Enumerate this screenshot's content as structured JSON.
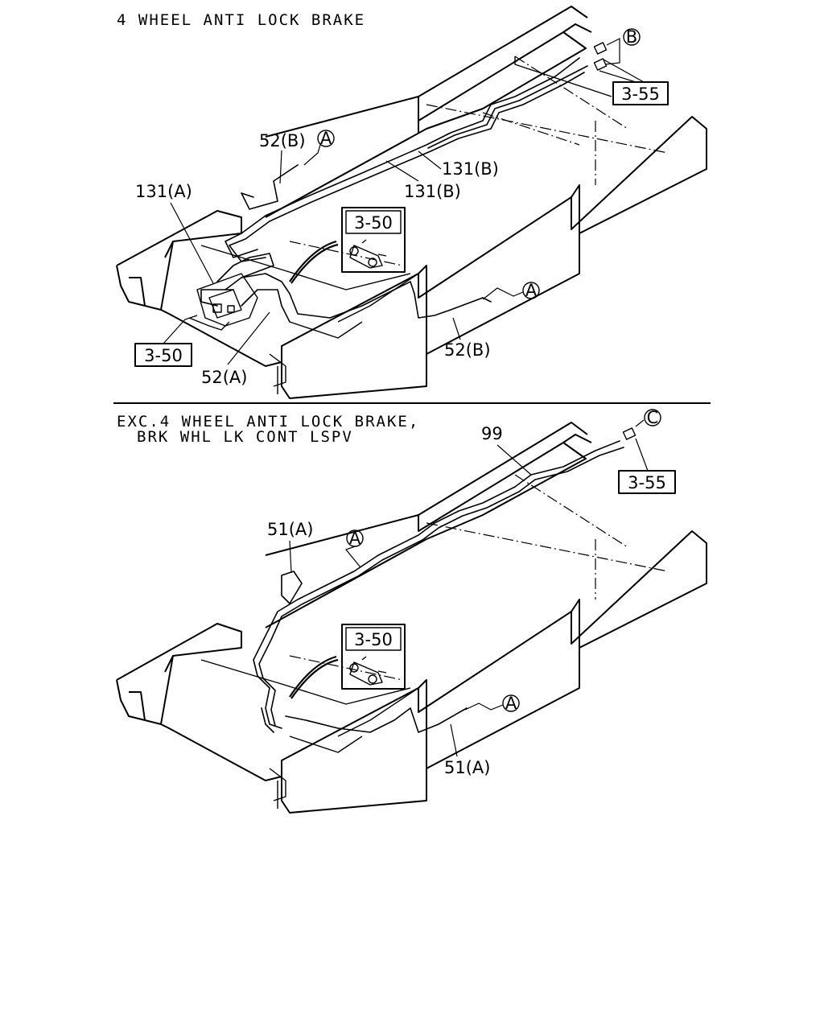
{
  "sections": [
    {
      "title": "4 WHEEL ANTI LOCK BRAKE",
      "title_line2": "",
      "callouts": {
        "c1": "52(B)",
        "c2": "131(A)",
        "c3": "131(B)",
        "c4": "131(B)",
        "c5": "52(B)",
        "c6": "52(A)"
      },
      "boxes": {
        "b1": "3-55",
        "b2": "3-50",
        "b3": "3-50"
      },
      "circles": {
        "k1": "B",
        "k2": "A",
        "k3": "A"
      }
    },
    {
      "title": "EXC.4 WHEEL ANTI LOCK BRAKE,",
      "title_line2": "BRK WHL LK CONT LSPV",
      "callouts": {
        "c1": "99",
        "c2": "51(A)",
        "c3": "51(A)"
      },
      "boxes": {
        "b1": "3-55",
        "b2": "3-50"
      },
      "circles": {
        "k1": "C",
        "k2": "A",
        "k3": "A"
      }
    }
  ]
}
